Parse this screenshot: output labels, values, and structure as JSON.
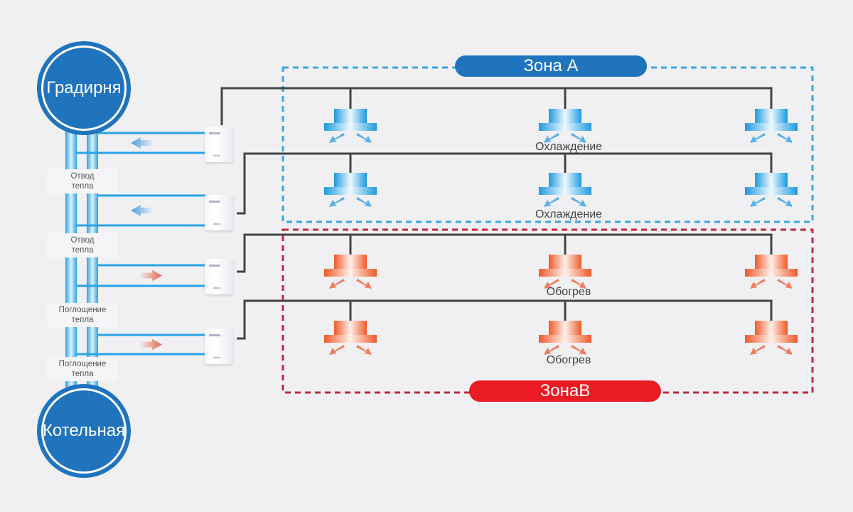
{
  "sources": {
    "top": {
      "label": "Градирня",
      "icon": "cooling-tower"
    },
    "bottom": {
      "label": "Котельная",
      "icon": "boiler-house"
    }
  },
  "side_labels": [
    {
      "line1": "Отвод",
      "line2": "тепла"
    },
    {
      "line1": "Отвод",
      "line2": "тепла"
    },
    {
      "line1": "Поглощение",
      "line2": "тепла"
    },
    {
      "line1": "Поглощение",
      "line2": "тепла"
    }
  ],
  "zones": [
    {
      "label": "Зона A",
      "color": "#1f74bd",
      "border_color": "#3aa6df",
      "mode": "cooling"
    },
    {
      "label": "ЗонаB",
      "color": "#e91c24",
      "border_color": "#c0283a",
      "mode": "heating"
    }
  ],
  "rows": [
    {
      "mode": "cooling",
      "label": "Охлаждение",
      "flow": "to-source",
      "arrow_color": "#4a9ee0"
    },
    {
      "mode": "cooling",
      "label": "Охлаждение",
      "flow": "to-source",
      "arrow_color": "#4a9ee0"
    },
    {
      "mode": "heating",
      "label": "Обогрев",
      "flow": "to-unit",
      "arrow_color": "#e06a4a"
    },
    {
      "mode": "heating",
      "label": "Обогрев",
      "flow": "to-unit",
      "arrow_color": "#e06a4a"
    }
  ],
  "indoor_units_per_row": 3,
  "colors": {
    "background": "#f0f0f3",
    "pipe_blue": "#2aa3e6",
    "cooling_grad_dark": "#1e9be0",
    "heating_grad_dark": "#f05a28",
    "control_line": "#444444",
    "brand_blue": "#1f74bd"
  }
}
